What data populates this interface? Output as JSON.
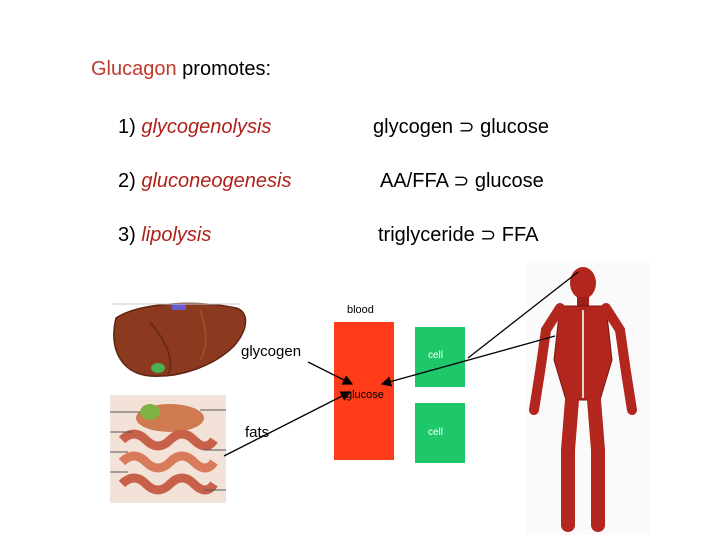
{
  "header": {
    "keyword": "Glucagon",
    "rest": " promotes:"
  },
  "processes": [
    {
      "num": "1) ",
      "term": "glycogenolysis",
      "from": "glycogen",
      "arrow": "⊃",
      "to": "glucose"
    },
    {
      "num": "2) ",
      "term": "gluconeogenesis",
      "from": "AA/FFA",
      "arrow": "⊃",
      "to": "glucose"
    },
    {
      "num": "3) ",
      "term": "lipolysis",
      "from": "triglyceride",
      "arrow": "⊃",
      "to": "FFA"
    }
  ],
  "diagram": {
    "blood_label": "blood",
    "glucose_label": "glucose",
    "cell_labels": [
      "cell",
      "cell"
    ],
    "liver_label": "glycogen",
    "fat_label": "fats"
  },
  "colors": {
    "keyword": "#c0392b",
    "term": "#b0201a",
    "blood": "#ff3b1a",
    "cell": "#1ec86a",
    "liver": "#8c3a1f",
    "muscle": "#b3261e"
  },
  "icons": [
    "liver-illustration",
    "digestive-organs-illustration",
    "human-muscle-figure"
  ]
}
